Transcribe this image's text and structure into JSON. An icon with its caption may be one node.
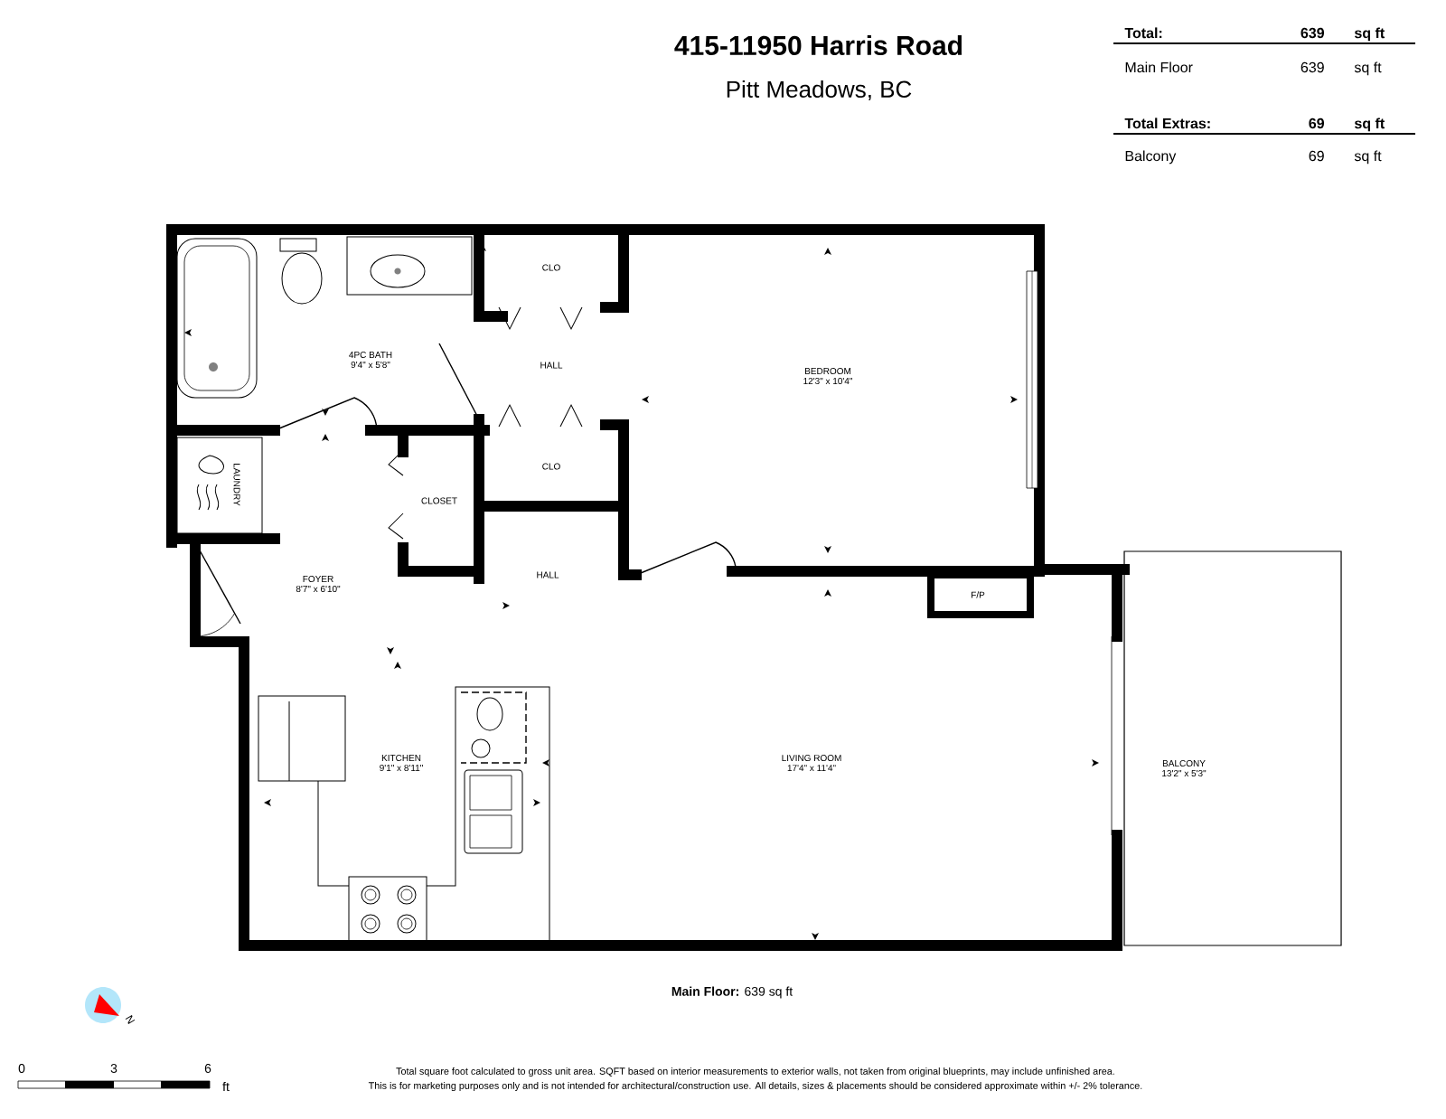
{
  "diagram": {
    "title": "415-11950 Harris Road",
    "nodes": [
      {
        "text": [
          "4PC BATH",
          "9'4\" x 5'8\""
        ]
      },
      {
        "text": [
          "CLO"
        ]
      },
      {
        "text": [
          "HALL"
        ]
      },
      {
        "text": [
          "BEDROOM",
          "12'3\" x 10'4\""
        ]
      },
      {
        "text": [
          "CLO"
        ]
      },
      {
        "text": [
          "CLOSET"
        ]
      },
      {
        "text": [
          "LAUNDRY"
        ]
      },
      {
        "text": [
          "FOYER",
          "8'7\" x 6'10\""
        ]
      },
      {
        "text": [
          "HALL"
        ]
      },
      {
        "text": [
          "F/P"
        ]
      },
      {
        "text": [
          "KITCHEN",
          "9'1\" x 8'11\""
        ]
      },
      {
        "text": [
          "LIVING ROOM",
          "17'4\" x 11'4\""
        ]
      },
      {
        "text": [
          "BALCONY",
          "13'2\" x 5'3\""
        ]
      }
    ],
    "labels": [
      "Pitt Meadows, BC",
      "Total:",
      "639",
      "sq ft",
      "Main Floor",
      "639",
      "sq ft",
      "Total Extras:",
      "69",
      "sq ft",
      "Balcony",
      "69",
      "sq ft",
      "**Main Floor:** 639 sq ft",
      "N",
      "0",
      "3",
      "6",
      "ft",
      "Total square foot calculated to gross unit area. SQFT based on interior measurements to exterior walls, not taken from original blueprints, may include unfinished area.",
      "This is for marketing purposes only and is not intended for architectural/construction use.  All details, sizes & placements should be considered approximate within +/- 2%  tolerance."
    ]
  }
}
